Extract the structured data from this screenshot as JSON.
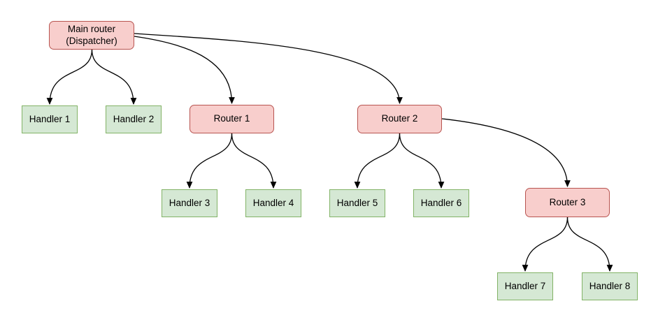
{
  "diagram": {
    "type": "flowchart",
    "direction": "top-down",
    "nodes": [
      {
        "id": "main",
        "label": "Main router\n(Dispatcher)",
        "kind": "router"
      },
      {
        "id": "handler1",
        "label": "Handler 1",
        "kind": "handler"
      },
      {
        "id": "handler2",
        "label": "Handler 2",
        "kind": "handler"
      },
      {
        "id": "router1",
        "label": "Router 1",
        "kind": "router"
      },
      {
        "id": "router2",
        "label": "Router 2",
        "kind": "router"
      },
      {
        "id": "handler3",
        "label": "Handler 3",
        "kind": "handler"
      },
      {
        "id": "handler4",
        "label": "Handler 4",
        "kind": "handler"
      },
      {
        "id": "handler5",
        "label": "Handler 5",
        "kind": "handler"
      },
      {
        "id": "handler6",
        "label": "Handler 6",
        "kind": "handler"
      },
      {
        "id": "router3",
        "label": "Router 3",
        "kind": "router"
      },
      {
        "id": "handler7",
        "label": "Handler 7",
        "kind": "handler"
      },
      {
        "id": "handler8",
        "label": "Handler 8",
        "kind": "handler"
      }
    ],
    "edges": [
      {
        "from": "main",
        "to": "handler1"
      },
      {
        "from": "main",
        "to": "handler2"
      },
      {
        "from": "main",
        "to": "router1"
      },
      {
        "from": "main",
        "to": "router2"
      },
      {
        "from": "router1",
        "to": "handler3"
      },
      {
        "from": "router1",
        "to": "handler4"
      },
      {
        "from": "router2",
        "to": "handler5"
      },
      {
        "from": "router2",
        "to": "handler6"
      },
      {
        "from": "router2",
        "to": "router3"
      },
      {
        "from": "router3",
        "to": "handler7"
      },
      {
        "from": "router3",
        "to": "handler8"
      }
    ],
    "colors": {
      "router_fill": "#f8cecc",
      "router_border": "#b85450",
      "handler_fill": "#d5e8d4",
      "handler_border": "#82b366",
      "edge": "#000000",
      "background": "#ffffff"
    }
  }
}
